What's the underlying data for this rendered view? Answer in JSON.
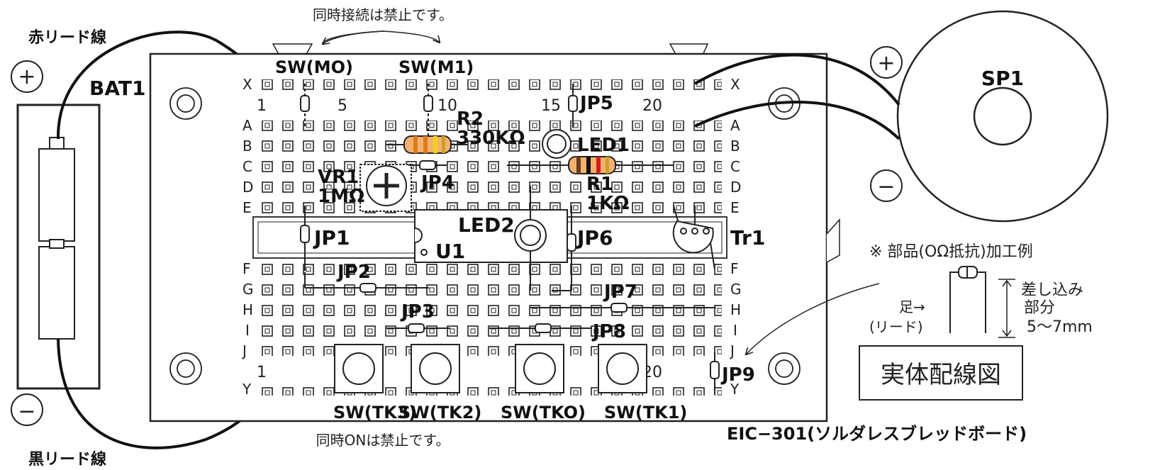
{
  "notes": {
    "top": "同時接続は禁止です。",
    "bottom": "同時ONは禁止です。"
  },
  "battery": {
    "label": "BAT1",
    "red_lead": "赤リード線",
    "black_lead": "黒リード線",
    "plus": "+",
    "minus": "−"
  },
  "speaker": {
    "label": "SP1",
    "plus": "+",
    "minus": "−"
  },
  "board": {
    "name": "EIC−301(ソルダレスブレッドボード)",
    "row_labels": [
      "X",
      "A",
      "B",
      "C",
      "D",
      "E",
      "F",
      "G",
      "H",
      "I",
      "J",
      "Y"
    ],
    "column_numbers_top": [
      "1",
      "5",
      "10",
      "15",
      "20"
    ],
    "column_numbers_bottom": [
      "1",
      "20"
    ]
  },
  "parts": {
    "sw_m0": "SW(MO)",
    "sw_m1": "SW(M1)",
    "r2_name": "R2",
    "r2_value": "330KΩ",
    "jp5": "JP5",
    "led1": "LED1",
    "r1_name": "R1",
    "r1_value": "1KΩ",
    "vr1_name": "VR1",
    "vr1_value": "1MΩ",
    "jp4": "JP4",
    "led2": "LED2",
    "jp1": "JP1",
    "u1": "U1",
    "jp6": "JP6",
    "tr1": "Tr1",
    "jp2": "JP2",
    "jp7": "JP7",
    "jp3": "JP3",
    "jp8": "JP8",
    "jp9": "JP9",
    "sw_tk3": "SW(TK3)",
    "sw_tk2": "SW(TK2)",
    "sw_tk0": "SW(TKO)",
    "sw_tk1": "SW(TK1)"
  },
  "example": {
    "title": "※ 部品(OΩ抵抗)加工例",
    "leg": "足→",
    "lead": "(リード)",
    "insert_1": "差し込み",
    "insert_2": "部分",
    "insert_len": "5〜7mm"
  },
  "caption": "実体配線図"
}
